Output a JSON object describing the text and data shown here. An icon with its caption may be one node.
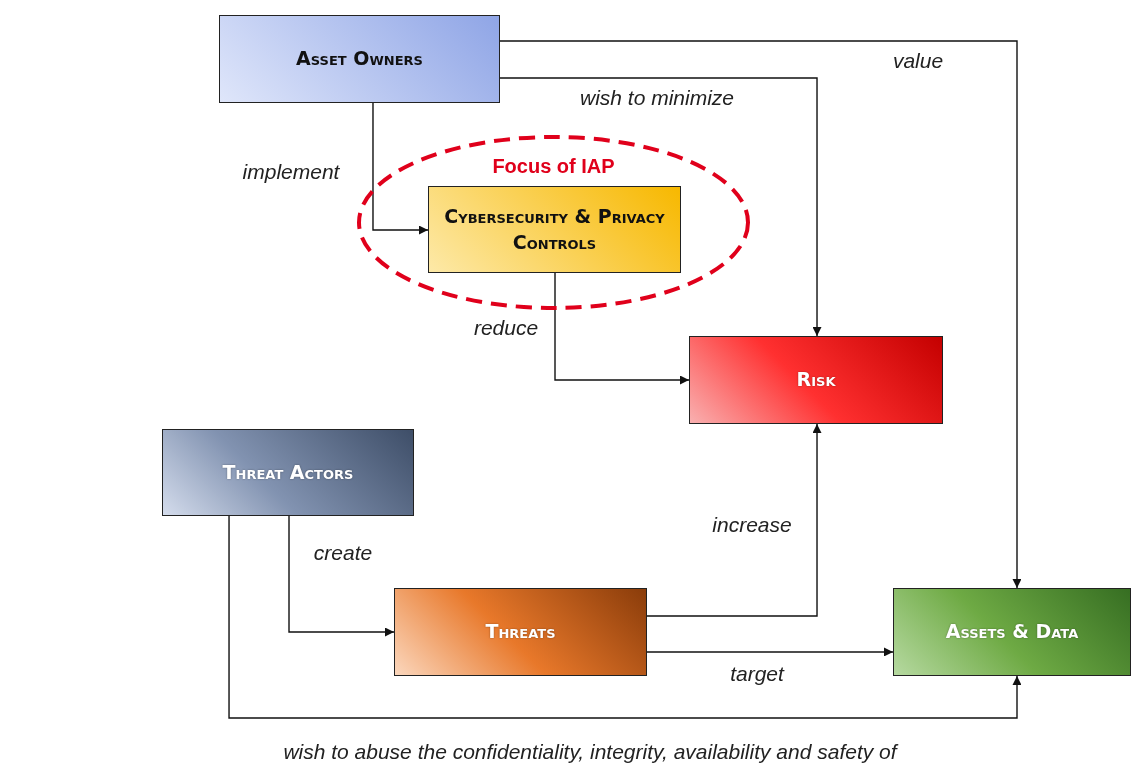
{
  "diagram": {
    "nodes": [
      {
        "text": [
          "Asset Owners"
        ]
      },
      {
        "text": [
          "Focus of IAP"
        ]
      },
      {
        "text": [
          "Cybersecurity & Privacy Controls"
        ],
        "in": 1
      },
      {
        "text": [
          "Risk"
        ]
      },
      {
        "text": [
          "Threat Actors"
        ]
      },
      {
        "text": [
          "Threats"
        ]
      },
      {
        "text": [
          "Assets & Data"
        ]
      }
    ],
    "edges": [
      {
        "from": 0,
        "to": 2,
        "arrow": "to",
        "label": "implement"
      },
      {
        "from": 0,
        "to": 3,
        "arrow": "to",
        "label": "wish to minimize"
      },
      {
        "from": 0,
        "to": 6,
        "arrow": "to",
        "label": "value"
      },
      {
        "from": 2,
        "to": 3,
        "arrow": "to",
        "label": "reduce"
      },
      {
        "from": 5,
        "to": 3,
        "arrow": "to",
        "label": "increase"
      },
      {
        "from": 5,
        "to": 6,
        "arrow": "to",
        "label": "target"
      },
      {
        "from": 4,
        "to": 5,
        "arrow": "to",
        "label": "create"
      },
      {
        "from": 4,
        "to": 6,
        "arrow": "to",
        "label": "wish to abuse the confidentiality, integrity, availability and safety of"
      }
    ]
  }
}
